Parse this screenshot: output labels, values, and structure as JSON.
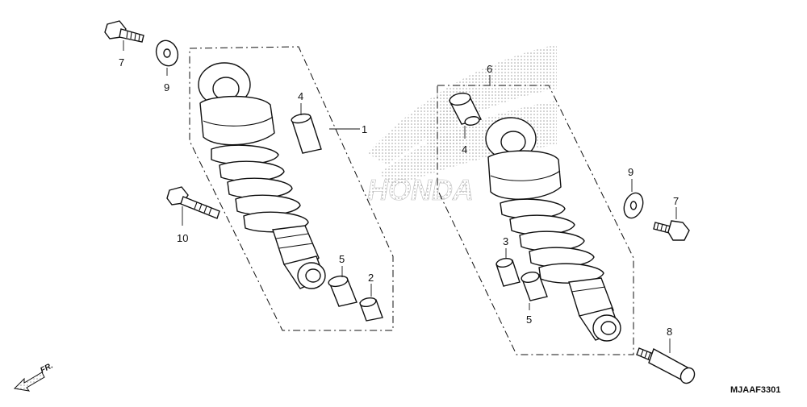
{
  "callouts": {
    "c1": "1",
    "c2": "2",
    "c3": "3",
    "c4a": "4",
    "c4b": "4",
    "c5a": "5",
    "c5b": "5",
    "c6": "6",
    "c7a": "7",
    "c7b": "7",
    "c8": "8",
    "c9a": "9",
    "c9b": "9",
    "c10": "10"
  },
  "watermark": {
    "brand": "HONDA"
  },
  "direction": {
    "label": "FR."
  },
  "drawing_code": "MJAAF3301"
}
